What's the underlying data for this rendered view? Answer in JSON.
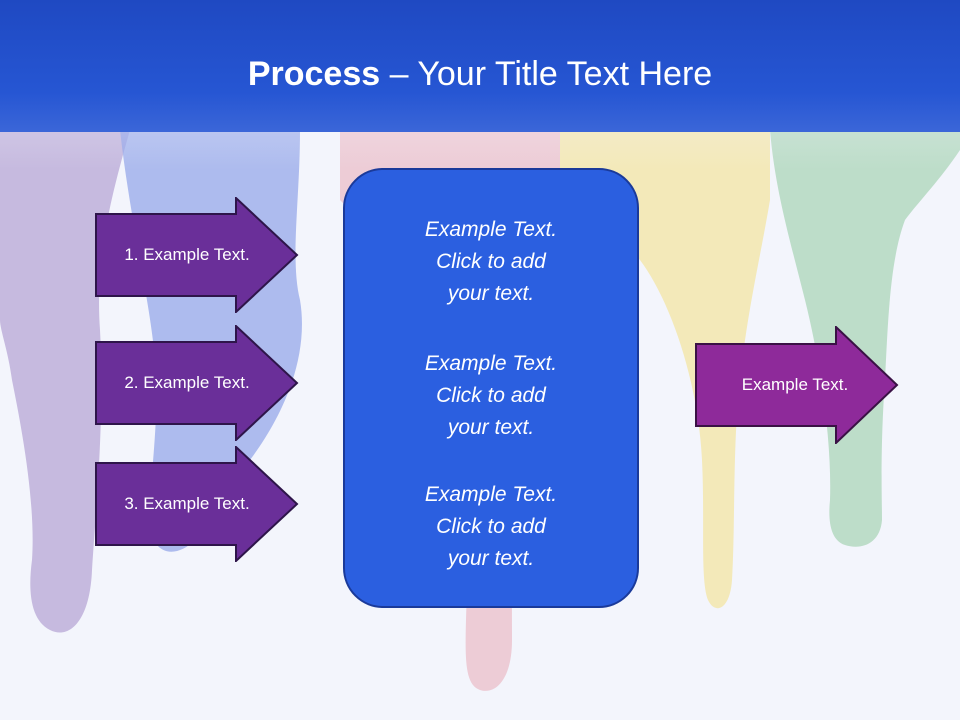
{
  "slide": {
    "title_bold": "Process",
    "title_rest": " – Your Title Text Here"
  },
  "left_arrows": [
    {
      "label": "1. Example Text."
    },
    {
      "label": "2. Example Text."
    },
    {
      "label": "3. Example Text."
    }
  ],
  "center_box": {
    "blocks": [
      {
        "line1": "Example Text.",
        "line2": "Click  to add",
        "line3": "your text."
      },
      {
        "line1": "Example Text.",
        "line2": "Click  to add",
        "line3": "your text."
      },
      {
        "line1": "Example Text.",
        "line2": "Click  to add",
        "line3": "your text."
      }
    ]
  },
  "right_arrow": {
    "label": "Example Text."
  },
  "colors": {
    "header": "#2656d3",
    "arrow_left": "#6a2f99",
    "arrow_right": "#8e2a9a",
    "center_box": "#2b5fe0"
  }
}
